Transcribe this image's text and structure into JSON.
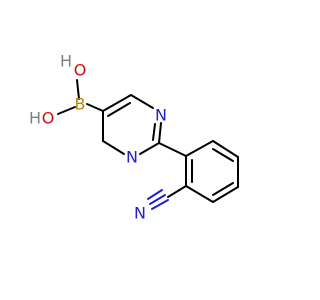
{
  "molecule": {
    "atoms": {
      "boron": "B",
      "oxygen_top": "O",
      "hydrogen_top": "H",
      "oxygen_bottom": "O",
      "hydrogen_bottom": "H",
      "nitrogen_ring_top": "N",
      "nitrogen_ring_bottom": "N",
      "nitrogen_nitrile": "N"
    },
    "colors": {
      "carbon_bond": "#000000",
      "nitrogen": "#2020d0",
      "oxygen": "#d01010",
      "boron": "#b8860b",
      "hydrogen": "#808080"
    }
  }
}
